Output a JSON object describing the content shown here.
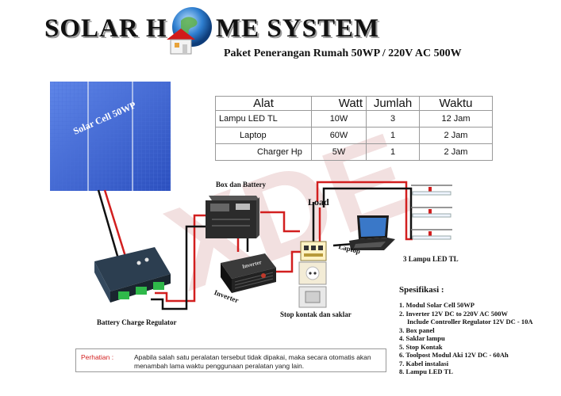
{
  "header": {
    "title_left": "SOLAR H",
    "title_right": "ME SYSTEM",
    "subtitle": "Paket Penerangan Rumah 50WP / 220V AC 500W"
  },
  "panel": {
    "label": "Solar Cell 50WP"
  },
  "table": {
    "headers": [
      "Alat",
      "Watt",
      "Jumlah",
      "Waktu"
    ],
    "rows": [
      [
        "Lampu LED TL",
        "10W",
        "3",
        "12 Jam"
      ],
      [
        "Laptop",
        "60W",
        "1",
        "2 Jam"
      ],
      [
        "Charger Hp",
        "5W",
        "1",
        "2 Jam"
      ]
    ]
  },
  "labels": {
    "box_battery": "Box dan Battery",
    "load": "Load",
    "laptop": "Laptop",
    "lamps": "3 Lampu LED TL",
    "inverter": "Inverter",
    "inverter_tag": "Inverter",
    "stop_kontak": "Stop kontak dan saklar",
    "regulator": "Battery Charge Regulator"
  },
  "spec": {
    "title": "Spesifikasi :",
    "items": [
      "1. Modul Solar Cell 50WP",
      "2. Inverter 12V DC  to 220V AC 500W",
      "   Include Controller Regulator 12V DC - 10A",
      "3. Box panel",
      "4. Saklar lampu",
      "5. Stop Kontak",
      "6. Toolpost Modul Aki 12V DC - 60Ah",
      "7. Kabel instalasi",
      "8. Lampu LED TL"
    ]
  },
  "note": {
    "label": "Perhatian :",
    "text": "Apabila salah satu peralatan tersebut tidak dipakai, maka secara otomatis akan menambah lama waktu penggunaan peralatan yang lain."
  },
  "colors": {
    "panel_blue": "#3a5fcf",
    "wire_red": "#d21f1f",
    "wire_black": "#111111",
    "regulator_green": "#2fb84a"
  }
}
